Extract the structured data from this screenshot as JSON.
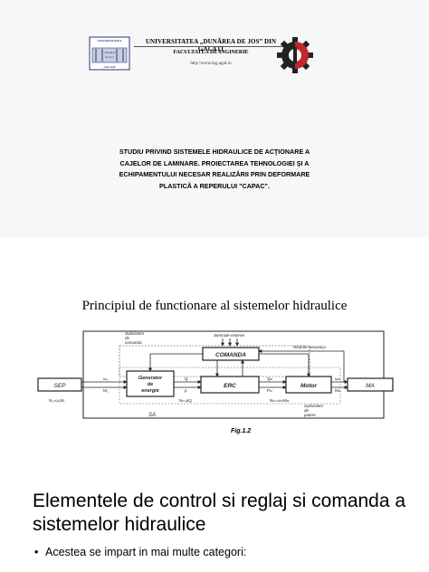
{
  "slide1": {
    "university": "UNIVERSITATEA „DUNĂREA DE JOS” DIN GALAŢI",
    "faculty": "FACULTATEA DE INGINERIE",
    "url": "http://www.ing.ugal.ro",
    "logo_left_text": [
      "UNIVERSITATEA",
      "\"Dunărea",
      "de Jos\"",
      "GALAŢI"
    ],
    "title_lines": [
      "STUDIU PRIVIND SISTEMELE HIDRAULICE DE ACŢIONARE A",
      "CAJELOR DE LAMINARE. PROIECTAREA TEHNOLOGIEI ŞI A",
      "ECHIPAMENTULUI NECESAR REALIZĂRII PRIN DEFORMARE",
      "PLASTICĂ A REPERULUI \"CAPAC\"."
    ]
  },
  "slide2": {
    "title": "Principiul de functionare al sistemelor hidraulice",
    "diagram": {
      "blocks": {
        "sep": "SEP",
        "gen": [
          "Generator",
          "de",
          "energie"
        ],
        "comanda": "COMANDA",
        "erc": "ERC",
        "motor": "Motor",
        "ma": "MA"
      },
      "labels": {
        "subsistem_comanda": [
          "Subsistem",
          "de",
          "comanda"
        ],
        "semnale": "Semnale externe",
        "reactie": "Reactie mecanica",
        "sa": "SA",
        "subsistem_putere": [
          "Subsistem",
          "de",
          "putere"
        ],
        "n1": "ω₁",
        "m1": "M₁",
        "q": "Q",
        "p": "p",
        "qm": "Qₘ",
        "pm": "Pₘ",
        "nm": "ωₘ",
        "mm": "Mₘ",
        "n1m1": "N₁=ω₁M₁",
        "nhpq": "Nₕ=pQ",
        "nmeq": "Nₘ=ωₘMₘ"
      }
    },
    "figure": "Fig.1.2"
  },
  "slide3": {
    "title": "Elementele de control si reglaj si comanda a sistemelor hidraulice",
    "bullet": "Acestea se impart in mai multe categori:"
  }
}
